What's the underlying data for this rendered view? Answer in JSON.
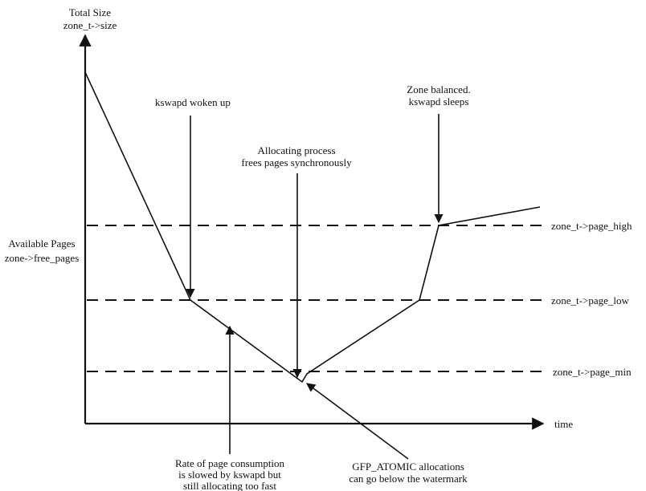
{
  "axes": {
    "y_title_line1": "Total Size",
    "y_title_line2": "zone_t->size",
    "y_label_line1": "Available Pages",
    "y_label_line2": "zone->free_pages",
    "x_label": "time"
  },
  "watermarks": [
    {
      "id": "high",
      "label": "zone_t->page_high"
    },
    {
      "id": "low",
      "label": "zone_t->page_low"
    },
    {
      "id": "min",
      "label": "zone_t->page_min"
    }
  ],
  "annotations": {
    "kswapd_woken": "kswapd woken up",
    "alloc_sync_1": "Allocating process",
    "alloc_sync_2": "frees pages synchronously",
    "balanced_1": "Zone balanced.",
    "balanced_2": "kswapd sleeps",
    "rate_1": "Rate of page consumption",
    "rate_2": "is slowed by kswapd but",
    "rate_3": "still allocating too fast",
    "atomic_1": "GFP_ATOMIC allocations",
    "atomic_2": "can go below the watermark"
  }
}
